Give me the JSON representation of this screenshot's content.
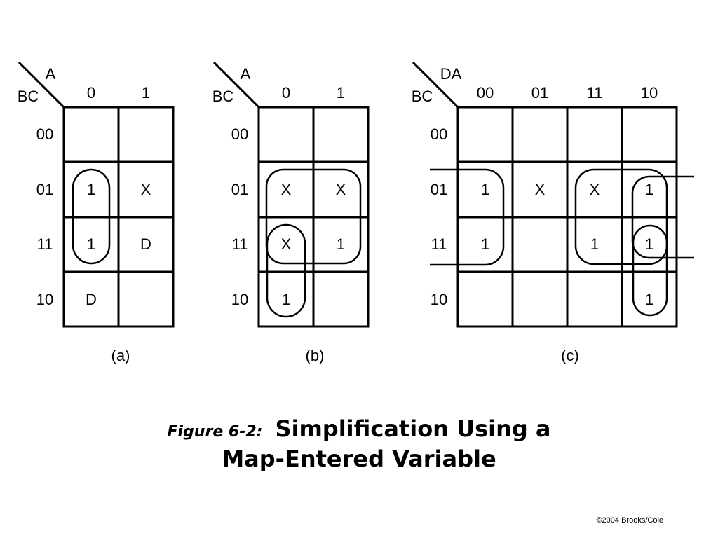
{
  "maps": [
    {
      "id": "a",
      "corner_top": "A",
      "corner_bottom": "BC",
      "col_labels": [
        "0",
        "1"
      ],
      "row_labels": [
        "00",
        "01",
        "11",
        "10"
      ],
      "cells": [
        [
          "",
          ""
        ],
        [
          "1",
          "X"
        ],
        [
          "1",
          "D"
        ],
        [
          "D",
          ""
        ]
      ],
      "caption": "(a)"
    },
    {
      "id": "b",
      "corner_top": "A",
      "corner_bottom": "BC",
      "col_labels": [
        "0",
        "1"
      ],
      "row_labels": [
        "00",
        "01",
        "11",
        "10"
      ],
      "cells": [
        [
          "",
          ""
        ],
        [
          "X",
          "X"
        ],
        [
          "X",
          "1"
        ],
        [
          "1",
          ""
        ]
      ],
      "caption": "(b)"
    },
    {
      "id": "c",
      "corner_top": "DA",
      "corner_bottom": "BC",
      "col_labels": [
        "00",
        "01",
        "11",
        "10"
      ],
      "row_labels": [
        "00",
        "01",
        "11",
        "10"
      ],
      "cells": [
        [
          "",
          "",
          "",
          ""
        ],
        [
          "1",
          "X",
          "X",
          "1"
        ],
        [
          "1",
          "",
          "1",
          "1"
        ],
        [
          "",
          "",
          "",
          "1"
        ]
      ],
      "caption": "(c)"
    }
  ],
  "caption": {
    "figure_label": "Figure 6-2:",
    "title_line1": "Simplification Using a",
    "title_line2": "Map-Entered Variable"
  },
  "copyright": "©2004 Brooks/Cole"
}
